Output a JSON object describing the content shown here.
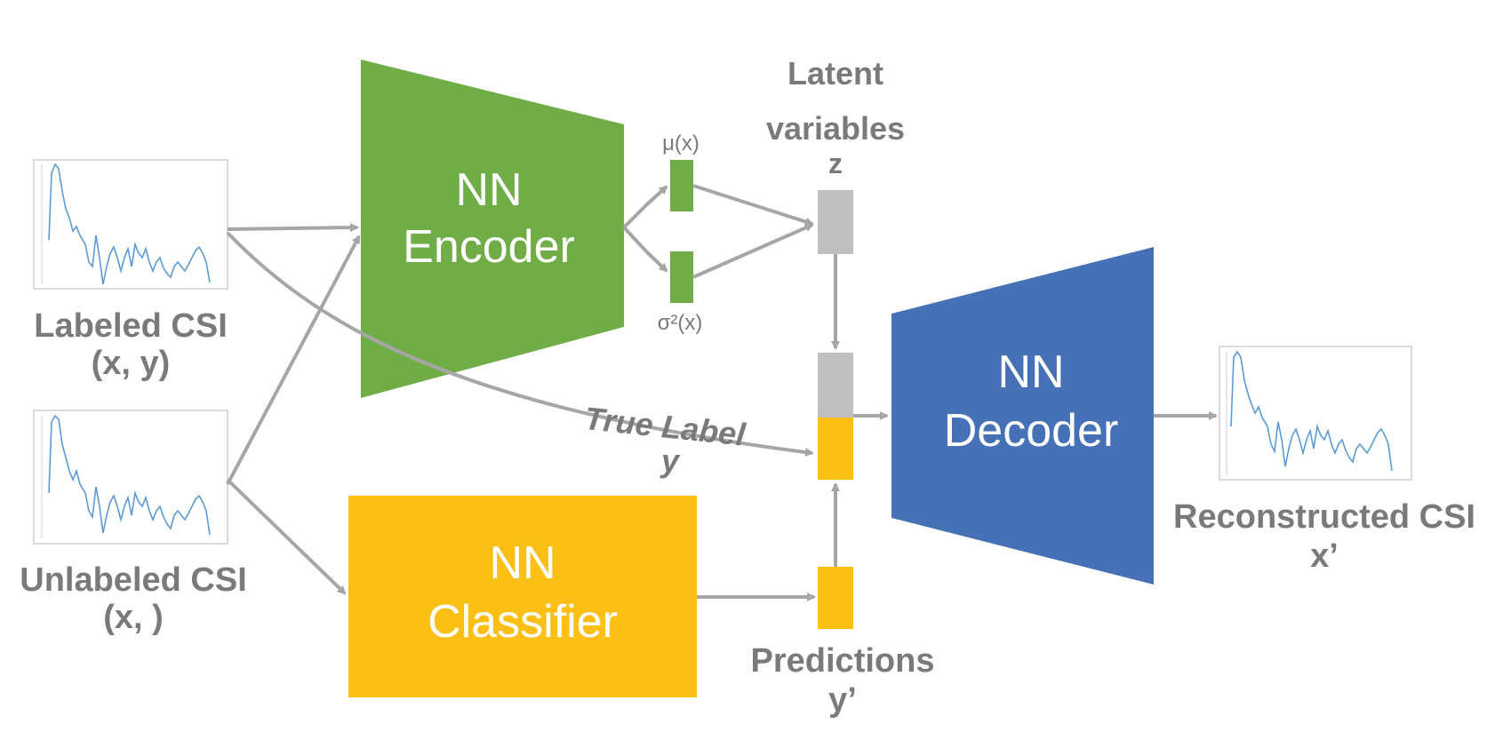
{
  "colors": {
    "encoder": "#70ad47",
    "classifier": "#fbbf16",
    "decoder": "#4671b7",
    "latent": "#bfbfbf",
    "arrow": "#a6a6a6",
    "label_text": "#7a7a7a",
    "signal": "#5b9bd5"
  },
  "inputs": {
    "labeled": {
      "title": "Labeled CSI",
      "sub": "(x, y)"
    },
    "unlabeled": {
      "title": "Unlabeled CSI",
      "sub": "(x, )"
    }
  },
  "encoder": {
    "line1": "NN",
    "line2": "Encoder"
  },
  "classifier": {
    "line1": "NN",
    "line2": "Classifier"
  },
  "decoder": {
    "line1": "NN",
    "line2": "Decoder"
  },
  "mu_label": "μ(x)",
  "sigma_label": "σ²(x)",
  "latent": {
    "line1": "Latent",
    "line2": "variables",
    "symbol": "z"
  },
  "true_label": {
    "text": "True Label",
    "symbol": "y"
  },
  "predictions": {
    "text": "Predictions",
    "symbol": "y’"
  },
  "output": {
    "title": "Reconstructed CSI",
    "symbol": "x’"
  },
  "icons": {
    "input_plot": "csi-signal-plot",
    "output_plot": "reconstructed-signal-plot"
  }
}
